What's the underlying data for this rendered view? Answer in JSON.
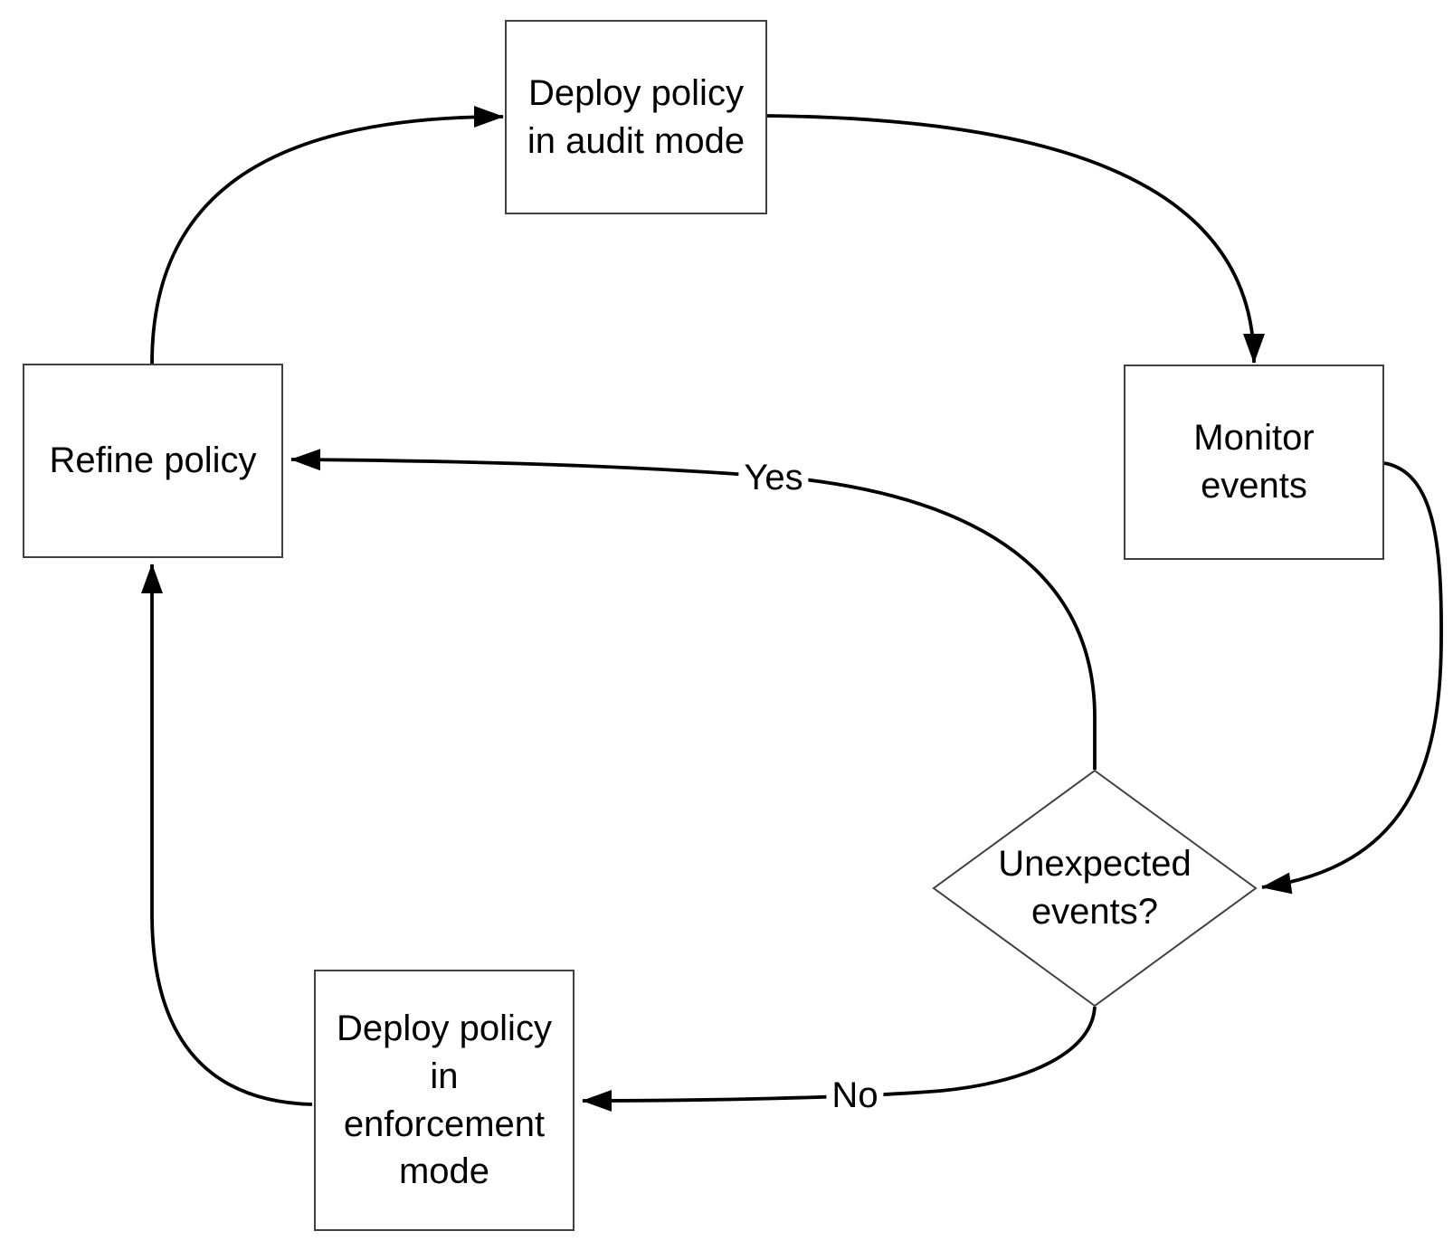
{
  "flowchart": {
    "background_color": "#ffffff",
    "line_color": "#000000",
    "shape_border_color": "#404040",
    "text_color": "#000000",
    "nodes": {
      "deploy_audit": {
        "shape": "rectangle",
        "label": "Deploy policy\nin audit mode"
      },
      "monitor": {
        "shape": "rectangle",
        "label": "Monitor\nevents"
      },
      "decision": {
        "shape": "diamond",
        "label": "Unexpected\nevents?"
      },
      "deploy_enforce": {
        "shape": "rectangle",
        "label": "Deploy policy\nin\nenforcement\nmode"
      },
      "refine": {
        "shape": "rectangle",
        "label": "Refine policy"
      }
    },
    "edges": [
      {
        "from": "refine",
        "to": "deploy_audit",
        "label": ""
      },
      {
        "from": "deploy_audit",
        "to": "monitor",
        "label": ""
      },
      {
        "from": "monitor",
        "to": "decision",
        "label": ""
      },
      {
        "from": "decision",
        "to": "refine",
        "label": "Yes"
      },
      {
        "from": "decision",
        "to": "deploy_enforce",
        "label": "No"
      },
      {
        "from": "deploy_enforce",
        "to": "refine",
        "label": ""
      }
    ]
  }
}
